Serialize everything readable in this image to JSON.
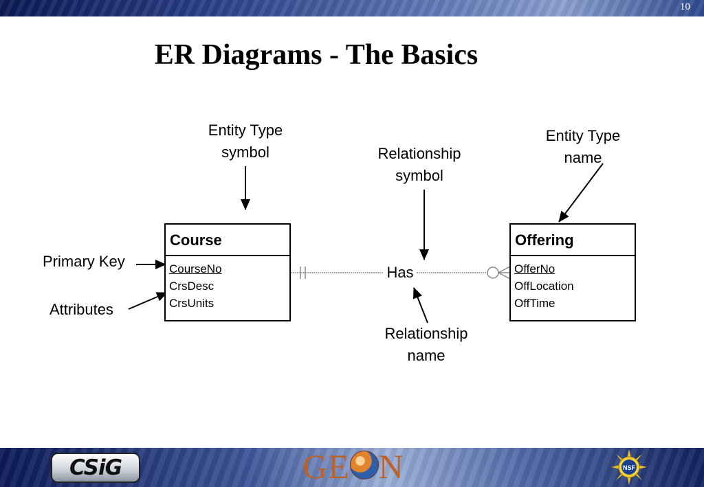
{
  "slide": {
    "number": "10",
    "title": "ER Diagrams - The Basics"
  },
  "entities": {
    "course": {
      "name": "Course",
      "attributes": [
        "CourseNo",
        "CrsDesc",
        "CrsUnits"
      ],
      "primary_key": "CourseNo"
    },
    "offering": {
      "name": "Offering",
      "attributes": [
        "OfferNo",
        "OffLocation",
        "OffTime"
      ],
      "primary_key": "OfferNo"
    }
  },
  "relationship": {
    "name": "Has",
    "course_cardinality": "exactly one",
    "offering_cardinality": "zero or many"
  },
  "annotations": {
    "entity_type_symbol": [
      "Entity Type",
      "symbol"
    ],
    "entity_type_name": [
      "Entity Type",
      "name"
    ],
    "relationship_symbol": [
      "Relationship",
      "symbol"
    ],
    "relationship_name": [
      "Relationship",
      "name"
    ],
    "primary_key": "Primary Key",
    "attributes": "Attributes"
  },
  "footer": {
    "logos": {
      "csig": "CSiG",
      "geon": "GEON",
      "nsf": "NSF"
    }
  },
  "colors": {
    "banner_dark": "#0c1a55",
    "banner_light": "#8aa0cf",
    "geon_orange": "#b9622a",
    "connector_line": "#888888"
  }
}
